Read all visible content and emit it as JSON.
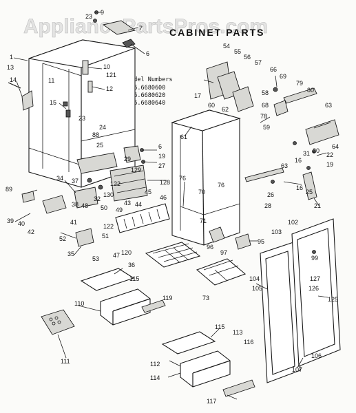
{
  "watermark": "AppliancePartsPros.com",
  "title": "CABINET PARTS",
  "model_heading": "Model Numbers",
  "models": [
    "106.6680600",
    "106.6680620",
    "106.6680640"
  ],
  "callouts": [
    {
      "id": "c9",
      "text": "9"
    },
    {
      "id": "c23a",
      "text": "23"
    },
    {
      "id": "c7",
      "text": "7"
    },
    {
      "id": "c6a",
      "text": "6"
    },
    {
      "id": "c1",
      "text": "1"
    },
    {
      "id": "c13",
      "text": "13"
    },
    {
      "id": "c14",
      "text": "14"
    },
    {
      "id": "c10",
      "text": "10"
    },
    {
      "id": "c121",
      "text": "121"
    },
    {
      "id": "c11",
      "text": "11"
    },
    {
      "id": "c12",
      "text": "12"
    },
    {
      "id": "c15",
      "text": "15"
    },
    {
      "id": "c23b",
      "text": "23"
    },
    {
      "id": "c24",
      "text": "24"
    },
    {
      "id": "c88",
      "text": "88"
    },
    {
      "id": "c25",
      "text": "25"
    },
    {
      "id": "c6b",
      "text": "6"
    },
    {
      "id": "c19a",
      "text": "19"
    },
    {
      "id": "c27",
      "text": "27"
    },
    {
      "id": "c29",
      "text": "29"
    },
    {
      "id": "c129",
      "text": "129"
    },
    {
      "id": "c122a",
      "text": "122"
    },
    {
      "id": "c128",
      "text": "128"
    },
    {
      "id": "c34",
      "text": "34"
    },
    {
      "id": "c37",
      "text": "37"
    },
    {
      "id": "c130",
      "text": "130"
    },
    {
      "id": "c32",
      "text": "32"
    },
    {
      "id": "c45",
      "text": "45"
    },
    {
      "id": "c46",
      "text": "46"
    },
    {
      "id": "c89",
      "text": "89"
    },
    {
      "id": "c38",
      "text": "38"
    },
    {
      "id": "c48",
      "text": "48"
    },
    {
      "id": "c50",
      "text": "50"
    },
    {
      "id": "c49",
      "text": "49"
    },
    {
      "id": "c39",
      "text": "39"
    },
    {
      "id": "c40",
      "text": "40"
    },
    {
      "id": "c41",
      "text": "41"
    },
    {
      "id": "c42",
      "text": "42"
    },
    {
      "id": "c122b",
      "text": "122"
    },
    {
      "id": "c52",
      "text": "52"
    },
    {
      "id": "c51",
      "text": "51"
    },
    {
      "id": "c35",
      "text": "35"
    },
    {
      "id": "c53",
      "text": "53"
    },
    {
      "id": "c47",
      "text": "47"
    },
    {
      "id": "c120",
      "text": "120"
    },
    {
      "id": "c36",
      "text": "36"
    },
    {
      "id": "c115a",
      "text": "115"
    },
    {
      "id": "c119",
      "text": "119"
    },
    {
      "id": "c110",
      "text": "110"
    },
    {
      "id": "c111",
      "text": "111"
    },
    {
      "id": "c54",
      "text": "54"
    },
    {
      "id": "c55",
      "text": "55"
    },
    {
      "id": "c56",
      "text": "56"
    },
    {
      "id": "c57",
      "text": "57"
    },
    {
      "id": "c17",
      "text": "17"
    },
    {
      "id": "c60",
      "text": "60"
    },
    {
      "id": "c62",
      "text": "62"
    },
    {
      "id": "c58",
      "text": "58"
    },
    {
      "id": "c61",
      "text": "61"
    },
    {
      "id": "c59",
      "text": "59"
    },
    {
      "id": "c66",
      "text": "66"
    },
    {
      "id": "c69",
      "text": "69"
    },
    {
      "id": "c79",
      "text": "79"
    },
    {
      "id": "c80",
      "text": "80"
    },
    {
      "id": "c68",
      "text": "68"
    },
    {
      "id": "c78",
      "text": "78"
    },
    {
      "id": "c63a",
      "text": "63"
    },
    {
      "id": "c31",
      "text": "31"
    },
    {
      "id": "c20",
      "text": "20"
    },
    {
      "id": "c64",
      "text": "64"
    },
    {
      "id": "c16a",
      "text": "16"
    },
    {
      "id": "c22",
      "text": "22"
    },
    {
      "id": "c19b",
      "text": "19"
    },
    {
      "id": "c63b",
      "text": "63"
    },
    {
      "id": "c76a",
      "text": "76"
    },
    {
      "id": "c76b",
      "text": "76"
    },
    {
      "id": "c70",
      "text": "70"
    },
    {
      "id": "c16b",
      "text": "16"
    },
    {
      "id": "c26",
      "text": "26"
    },
    {
      "id": "c25b",
      "text": "25"
    },
    {
      "id": "c28",
      "text": "28"
    },
    {
      "id": "c21",
      "text": "21"
    },
    {
      "id": "c44",
      "text": "44"
    },
    {
      "id": "c43",
      "text": "43"
    },
    {
      "id": "c71",
      "text": "71"
    },
    {
      "id": "c96",
      "text": "96"
    },
    {
      "id": "c97",
      "text": "97"
    },
    {
      "id": "c95",
      "text": "95"
    },
    {
      "id": "c73",
      "text": "73"
    },
    {
      "id": "c103",
      "text": "103"
    },
    {
      "id": "c102",
      "text": "102"
    },
    {
      "id": "c99",
      "text": "99"
    },
    {
      "id": "c104",
      "text": "104"
    },
    {
      "id": "c105",
      "text": "105"
    },
    {
      "id": "c127",
      "text": "127"
    },
    {
      "id": "c126",
      "text": "126"
    },
    {
      "id": "c125",
      "text": "125"
    },
    {
      "id": "c115b",
      "text": "115"
    },
    {
      "id": "c113",
      "text": "113"
    },
    {
      "id": "c116",
      "text": "116"
    },
    {
      "id": "c112",
      "text": "112"
    },
    {
      "id": "c114",
      "text": "114"
    },
    {
      "id": "c107",
      "text": "107"
    },
    {
      "id": "c106",
      "text": "106"
    },
    {
      "id": "c117",
      "text": "117"
    }
  ]
}
